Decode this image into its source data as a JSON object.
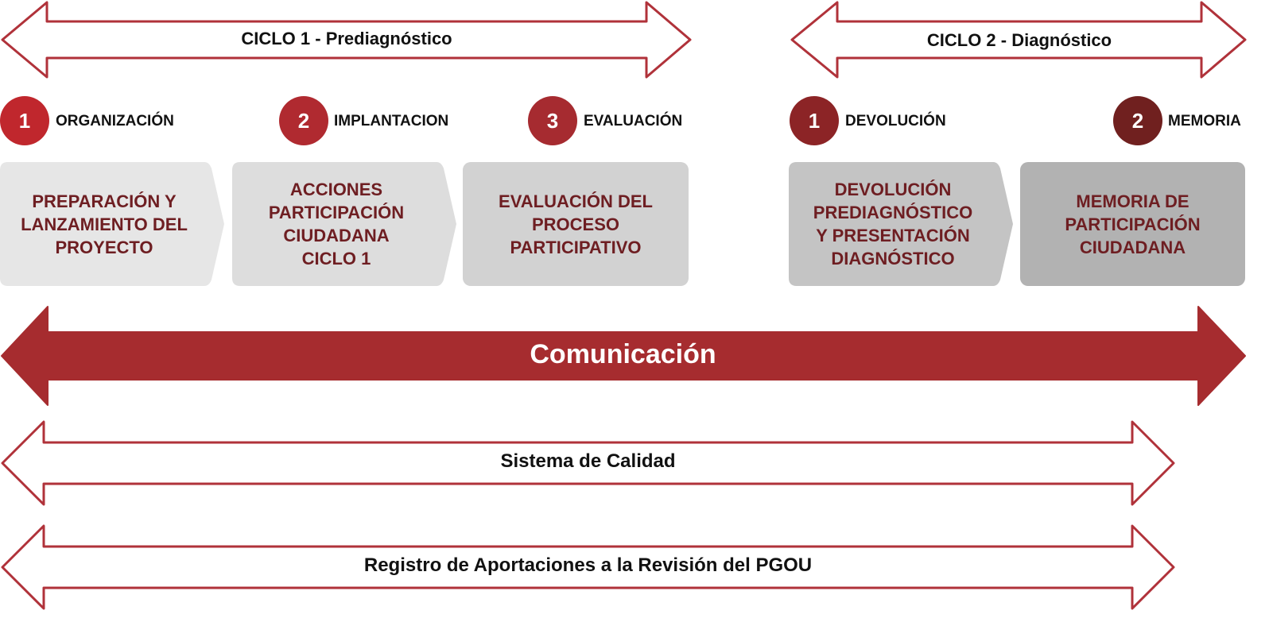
{
  "colors": {
    "outline_red": "#b0323a",
    "comm_red": "#a62c2f",
    "circle_1": "#c0272d",
    "circle_2": "#b02a30",
    "circle_3": "#a62b30",
    "circle_4": "#8c2426",
    "circle_5": "#70201f",
    "box_1": "#e6e6e6",
    "box_2": "#dddddd",
    "box_3": "#d2d2d2",
    "box_4": "#c4c4c4",
    "box_5": "#b2b2b2",
    "box_text": "#6e1e22"
  },
  "cycles": {
    "cycle1": "CICLO 1 - Prediagnóstico",
    "cycle2": "CICLO 2 - Diagnóstico"
  },
  "steps": [
    {
      "number": "1",
      "label": "ORGANIZACIÓN",
      "box": "PREPARACIÓN Y\nLANZAMIENTO DEL\nPROYECTO"
    },
    {
      "number": "2",
      "label": "IMPLANTACION",
      "box": "ACCIONES\nPARTICIPACIÓN\nCIUDADANA\nCICLO 1"
    },
    {
      "number": "3",
      "label": "EVALUACIÓN",
      "box": "EVALUACIÓN DEL\nPROCESO\nPARTICIPATIVO"
    },
    {
      "number": "1",
      "label": "DEVOLUCIÓN",
      "box": "DEVOLUCIÓN\nPREDIAGNÓSTICO\nY PRESENTACIÓN\nDIAGNÓSTICO"
    },
    {
      "number": "2",
      "label": "MEMORIA",
      "box": "MEMORIA DE\nPARTICIPACIÓN\nCIUDADANA"
    }
  ],
  "communication": "Comunicación",
  "bands": {
    "quality": "Sistema de Calidad",
    "registry": "Registro de Aportaciones  a la Revisión del PGOU"
  }
}
